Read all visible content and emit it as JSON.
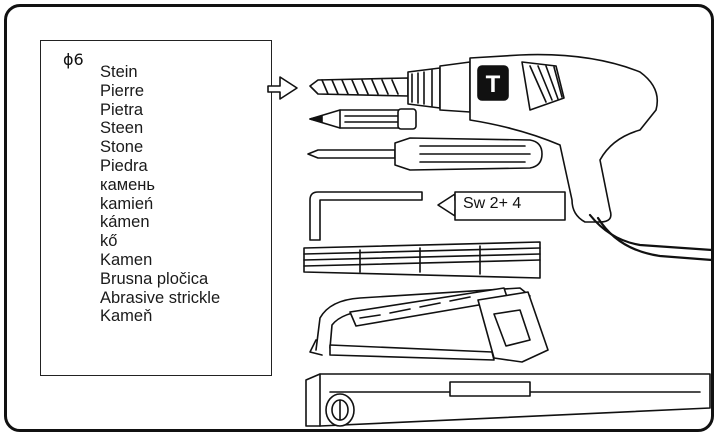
{
  "diameter_label": "ϕ6",
  "materials": [
    "Stein",
    "Pierre",
    "Pietra",
    "Steen",
    "Stone",
    "Piedra",
    "камень",
    "kamień",
    "kámen",
    "kő",
    "Kamen",
    "Brusna pločica",
    "Abrasive strickle",
    "Kameň"
  ],
  "wrench_label": "Sw 2+ 4",
  "drill_badge": "T"
}
